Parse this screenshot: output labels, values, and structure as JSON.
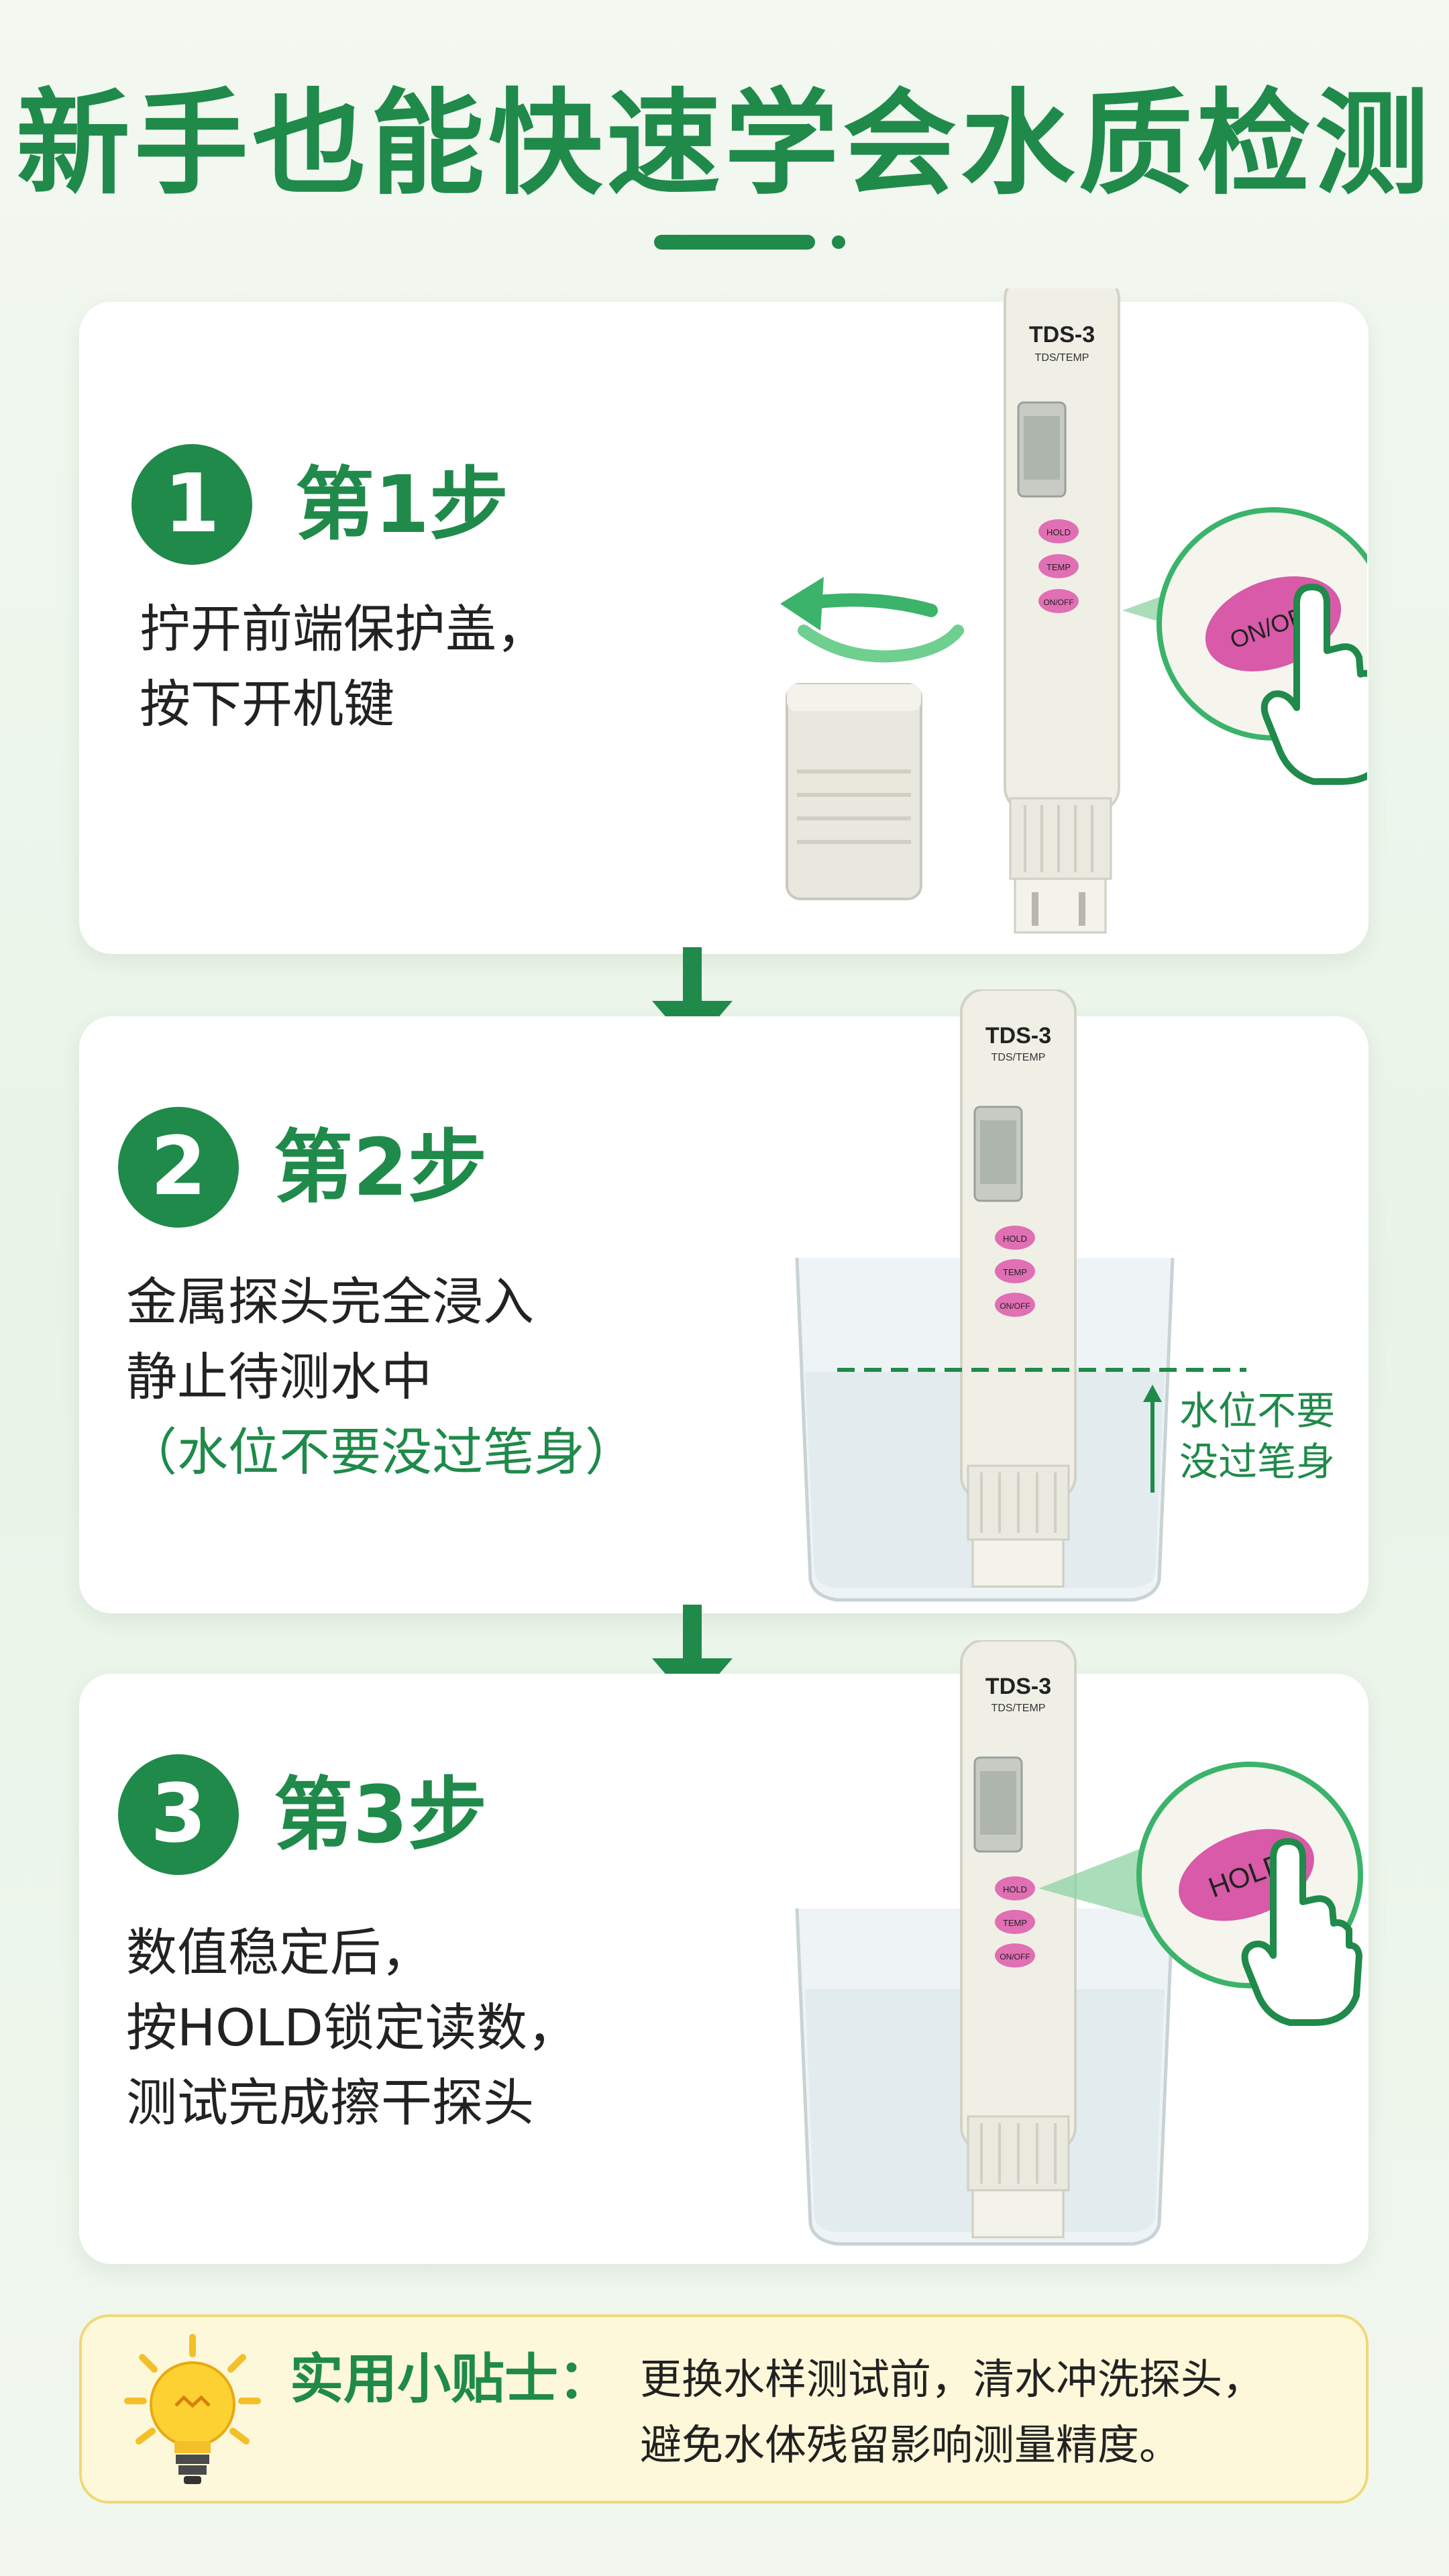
{
  "title": "新手也能快速学会水质检测",
  "device": {
    "model": "TDS-3",
    "sub": "TDS/TEMP",
    "btn_hold": "HOLD",
    "btn_temp": "TEMP",
    "btn_onoff": "ON/OFF"
  },
  "steps": [
    {
      "num": "1",
      "title": "第1步",
      "lines": [
        "拧开前端保护盖，",
        "按下开机键"
      ],
      "callout": "ON/OFF"
    },
    {
      "num": "2",
      "title": "第2步",
      "lines": [
        "金属探头完全浸入",
        "静止待测水中"
      ],
      "note": "（水位不要没过笔身）",
      "water_note": [
        "水位不要",
        "没过笔身"
      ]
    },
    {
      "num": "3",
      "title": "第3步",
      "lines": [
        "数值稳定后，",
        "按HOLD锁定读数，",
        "测试完成擦干探头"
      ],
      "callout": "HOLD"
    }
  ],
  "tip": {
    "title": "实用小贴士：",
    "lines": [
      "更换水样测试前，清水冲洗探头，",
      "避免水体残留影响测量精度。"
    ]
  },
  "colors": {
    "green": "#1f8a4a",
    "pink": "#e06fb4",
    "tip_bg": "#fdf8d9"
  }
}
